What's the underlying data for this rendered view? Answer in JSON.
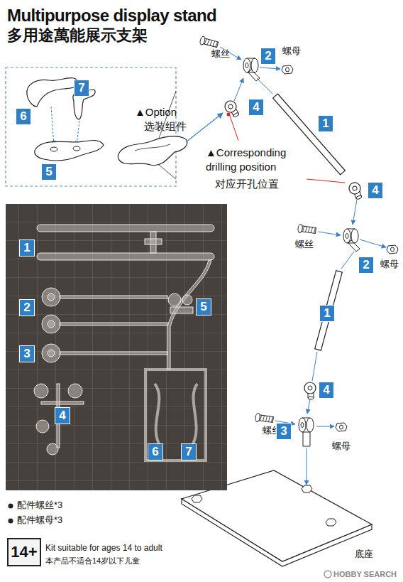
{
  "diagram": {
    "title": "Multipurpose display stand",
    "nodes": [
      {
        "text": [
          "2"
        ]
      },
      {
        "text": [
          "7"
        ]
      },
      {
        "text": [
          "4"
        ]
      },
      {
        "text": [
          "6"
        ]
      },
      {
        "text": [
          "1"
        ]
      },
      {
        "text": [
          "5"
        ]
      },
      {
        "text": [
          "4"
        ]
      },
      {
        "text": [
          "1"
        ]
      },
      {
        "text": [
          "2"
        ]
      },
      {
        "text": [
          "2"
        ]
      },
      {
        "text": [
          "5"
        ]
      },
      {
        "text": [
          "1"
        ]
      },
      {
        "text": [
          "3"
        ]
      },
      {
        "text": [
          "4"
        ]
      },
      {
        "text": [
          "4"
        ]
      },
      {
        "text": [
          "3"
        ]
      },
      {
        "text": [
          "6"
        ]
      },
      {
        "text": [
          "7"
        ]
      },
      {
        "text": [
          "14+"
        ]
      }
    ],
    "labels": [
      "多用途萬能展示支架",
      "▲Option",
      "选装组件",
      "▲Corresponding drilling position",
      "对应开孔位置",
      "螺丝",
      "螺母",
      "螺丝",
      "螺母",
      "螺丝",
      "螺母",
      "底座",
      "配件螺丝*3",
      "配件螺母*3",
      "Kit suitable for ages 14 to adult",
      "本产品不适合14岁以下儿童",
      "HOBBY SEARCH"
    ]
  }
}
